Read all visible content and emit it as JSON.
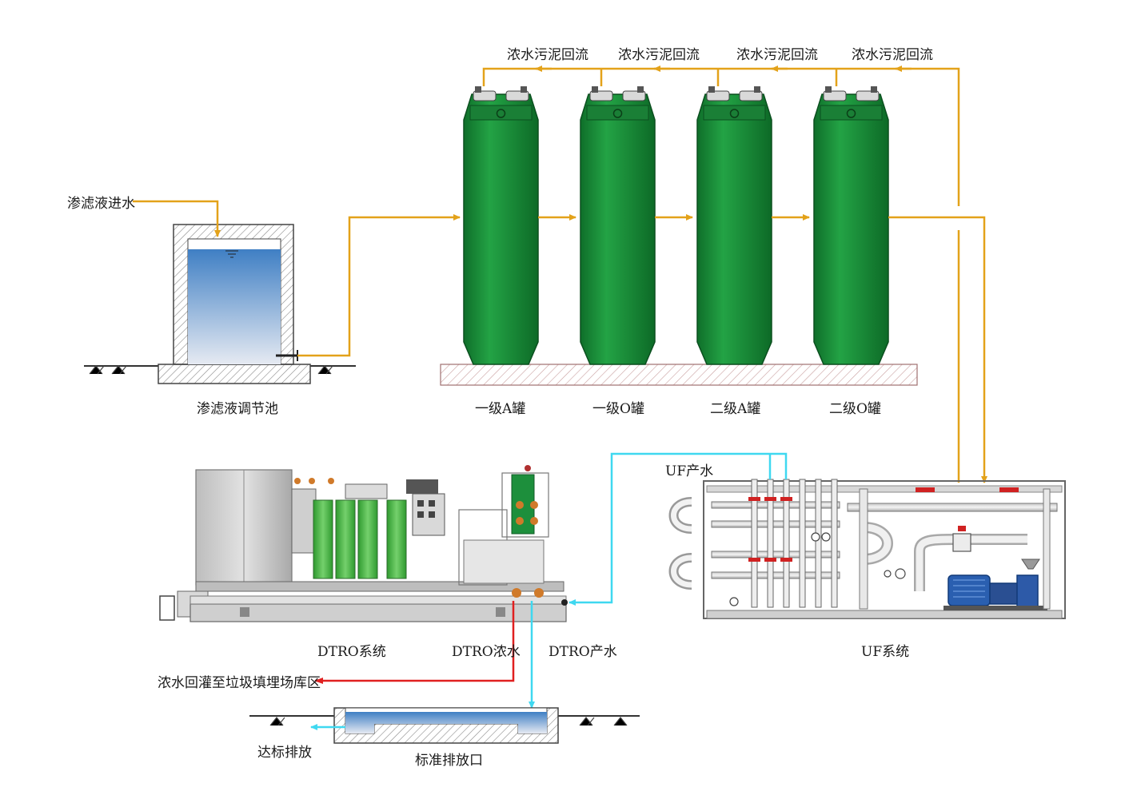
{
  "labels": {
    "inflow": "渗滤液进水",
    "pool": "渗滤液调节池",
    "recycle": [
      "浓水污泥回流",
      "浓水污泥回流",
      "浓水污泥回流",
      "浓水污泥回流"
    ],
    "tanks": [
      "一级A罐",
      "一级O罐",
      "二级A罐",
      "二级O罐"
    ],
    "uf_product": "UF产水",
    "uf_system": "UF系统",
    "dtro_system": "DTRO系统",
    "dtro_concentrate": "DTRO浓水",
    "dtro_product": "DTRO产水",
    "reinjection": "浓水回灌至垃圾填埋场库区",
    "discharge": "达标排放",
    "outlet": "标准排放口"
  },
  "colors": {
    "orange_pipe": "#e3a21a",
    "cyan_pipe": "#3fd8f0",
    "red_pipe": "#e02020",
    "tank_green": "#1d8f3c",
    "water_blue": "#3f7fc4",
    "pump_blue": "#2a5fb0"
  }
}
